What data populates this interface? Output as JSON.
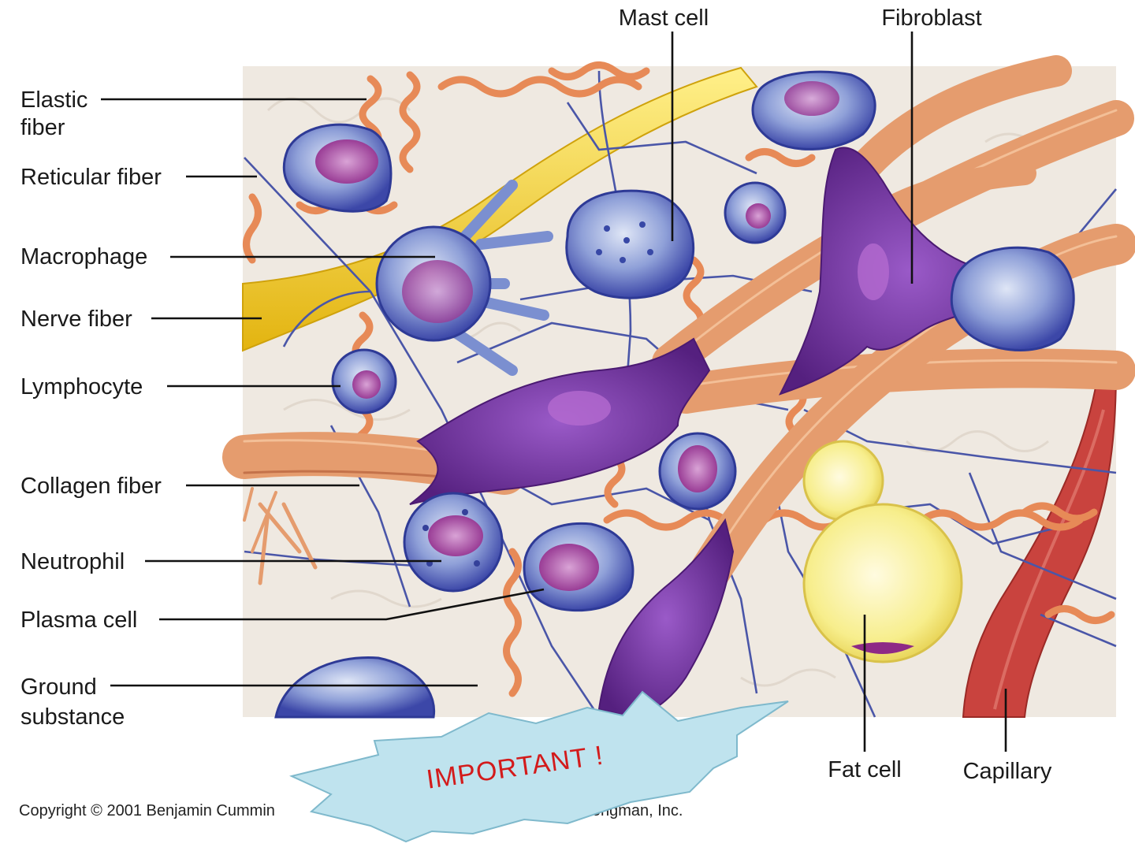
{
  "labels": {
    "elastic_fiber": [
      "Elastic",
      "fiber"
    ],
    "reticular_fiber": "Reticular fiber",
    "macrophage": "Macrophage",
    "nerve_fiber": "Nerve fiber",
    "lymphocyte": "Lymphocyte",
    "collagen_fiber": "Collagen fiber",
    "neutrophil": "Neutrophil",
    "plasma_cell": "Plasma cell",
    "ground_substance": [
      "Ground",
      "substance"
    ],
    "mast_cell": "Mast cell",
    "fibroblast": "Fibroblast",
    "fat_cell": "Fat cell",
    "capillary": "Capillary"
  },
  "copyright_left": "Copyright © 2001 Benjamin Cummin",
  "copyright_right": "of Addison Wesley Longman, Inc.",
  "stamp": "IMPORTANT !",
  "colors": {
    "background": "#efe9e1",
    "collagen": "#e59c6e",
    "elastic": "#e78a57",
    "reticular": "#4a56a8",
    "nerve": "#f2cc22",
    "fibroblast": "#6b2a9a",
    "blue_cell": "#4d5fc0",
    "capillary": "#c9433e",
    "fat": "#f6ec8a",
    "stamp_fill": "#bfe3ee",
    "stamp_text": "#d31b1b"
  }
}
